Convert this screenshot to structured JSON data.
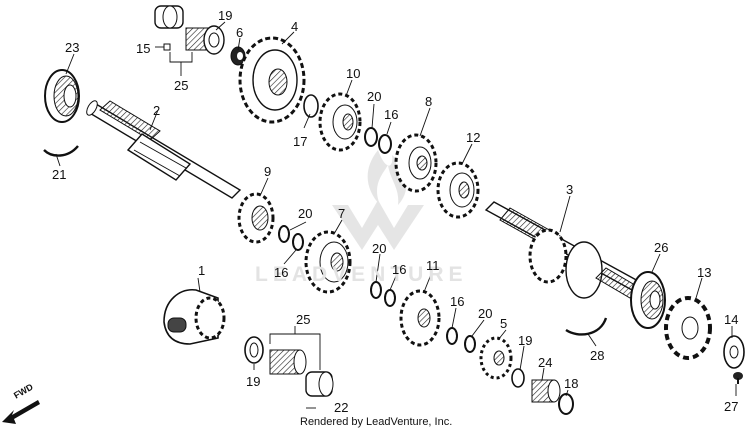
{
  "watermark": {
    "brand_text": "LEADVENTURE"
  },
  "footer": {
    "credit": "Rendered by LeadVenture, Inc."
  },
  "direction": {
    "label": "FWD"
  },
  "callouts": [
    {
      "id": "c1",
      "text": "1"
    },
    {
      "id": "c2",
      "text": "2"
    },
    {
      "id": "c3",
      "text": "3"
    },
    {
      "id": "c4",
      "text": "4"
    },
    {
      "id": "c5",
      "text": "5"
    },
    {
      "id": "c6",
      "text": "6"
    },
    {
      "id": "c7",
      "text": "7"
    },
    {
      "id": "c8",
      "text": "8"
    },
    {
      "id": "c9",
      "text": "9"
    },
    {
      "id": "c10",
      "text": "10"
    },
    {
      "id": "c11",
      "text": "11"
    },
    {
      "id": "c12",
      "text": "12"
    },
    {
      "id": "c13",
      "text": "13"
    },
    {
      "id": "c14",
      "text": "14"
    },
    {
      "id": "c15",
      "text": "15"
    },
    {
      "id": "c16a",
      "text": "16"
    },
    {
      "id": "c16b",
      "text": "16"
    },
    {
      "id": "c16c",
      "text": "16"
    },
    {
      "id": "c16d",
      "text": "16"
    },
    {
      "id": "c17",
      "text": "17"
    },
    {
      "id": "c18",
      "text": "18"
    },
    {
      "id": "c19a",
      "text": "19"
    },
    {
      "id": "c19b",
      "text": "19"
    },
    {
      "id": "c19c",
      "text": "19"
    },
    {
      "id": "c20a",
      "text": "20"
    },
    {
      "id": "c20b",
      "text": "20"
    },
    {
      "id": "c20c",
      "text": "20"
    },
    {
      "id": "c20d",
      "text": "20"
    },
    {
      "id": "c21",
      "text": "21"
    },
    {
      "id": "c22",
      "text": "22"
    },
    {
      "id": "c23",
      "text": "23"
    },
    {
      "id": "c24",
      "text": "24"
    },
    {
      "id": "c25a",
      "text": "25"
    },
    {
      "id": "c25b",
      "text": "25"
    },
    {
      "id": "c26",
      "text": "26"
    },
    {
      "id": "c27",
      "text": "27"
    },
    {
      "id": "c28",
      "text": "28"
    }
  ]
}
